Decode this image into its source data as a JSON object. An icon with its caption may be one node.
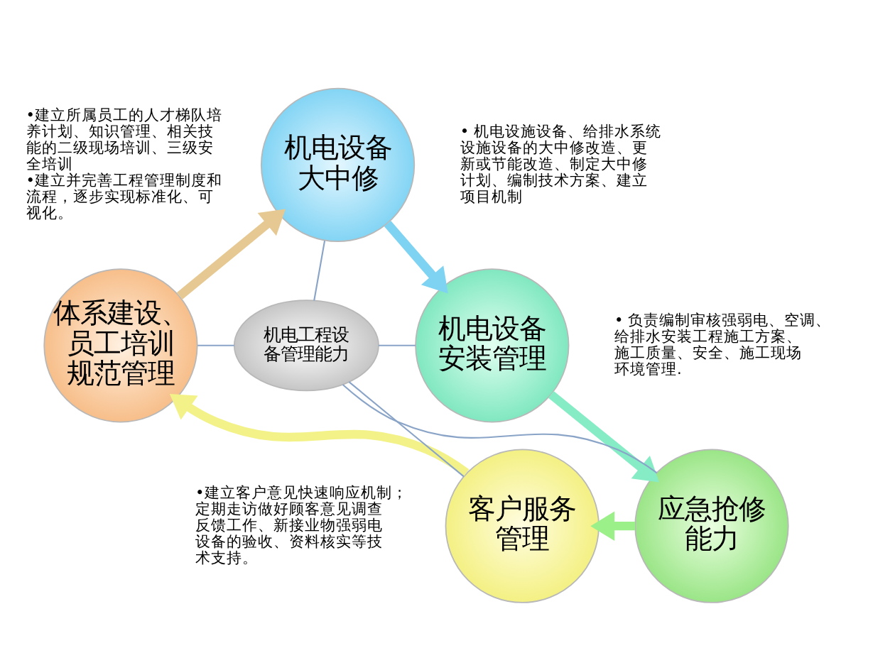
{
  "diagram": {
    "nodes": [
      {
        "text": [
          "机电设备大中修"
        ],
        "beside": [
          "• 机电设施设备、给排水系统设施设备的大中修改造、更新或节能改造、制定大中修计划、编制技术方案、建立项目机制"
        ]
      },
      {
        "text": [
          "机电设备安装管理"
        ],
        "beside": [
          "• 负责编制审核强弱电、空调、给排水安装工程施工方案、施工质量、安全、施工现场环境管理."
        ]
      },
      {
        "text": [
          "应急抢修能力"
        ]
      },
      {
        "text": [
          "客户服务管理"
        ],
        "beside": [
          "•建立客户意见快速响应机制；定期走访做好顾客意见调查反馈工作、新接业物强弱电设备的验收、资料核实等技术支持。"
        ]
      },
      {
        "text": [
          "体系建设、员工培训规范管理"
        ],
        "beside": [
          "•建立所属员工的人才梯队培养计划、知识管理、相关技能的二级现场培训、三级安全培训",
          "•建立并完善工程管理制度和流程，逐步实现标准化、可视化。"
        ]
      },
      {
        "text": [
          "机电工程设备管理能力"
        ]
      }
    ],
    "edges": [
      {
        "from": 5,
        "to": 0,
        "arrow": "none"
      },
      {
        "from": 5,
        "to": 1,
        "arrow": "none"
      },
      {
        "from": 5,
        "to": 2,
        "arrow": "none"
      },
      {
        "from": 5,
        "to": 3,
        "arrow": "none"
      },
      {
        "from": 4,
        "to": 5,
        "arrow": "none"
      },
      {
        "from": 0,
        "to": 1,
        "arrow": "to",
        "style": "thick",
        "color": "#7fd3f2"
      },
      {
        "from": 1,
        "to": 2,
        "arrow": "to",
        "style": "thick",
        "color": "#86ecc6"
      },
      {
        "from": 2,
        "to": 3,
        "arrow": "to",
        "style": "thick",
        "color": "#9cf08a"
      },
      {
        "from": 3,
        "to": 4,
        "arrow": "to",
        "style": "thick",
        "color": "#f2f288"
      },
      {
        "from": 4,
        "to": 0,
        "arrow": "to",
        "style": "thick",
        "color": "#e6c992"
      }
    ]
  }
}
